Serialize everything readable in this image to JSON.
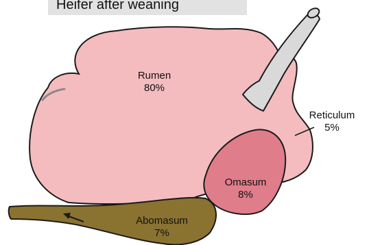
{
  "title": "Heifer after weaning",
  "compartments": {
    "rumen": {
      "name": "Rumen",
      "percent": "80%"
    },
    "reticulum": {
      "name": "Reticulum",
      "percent": "5%"
    },
    "omasum": {
      "name": "Omasum",
      "percent": "8%"
    },
    "abomasum": {
      "name": "Abomasum",
      "percent": "7%"
    }
  },
  "colors": {
    "rumen": "#f4bcbf",
    "omasum": "#e07d8b",
    "abomasum": "#8a7230",
    "esophagus": "#d9d9d9",
    "outline": "#1a1a1a",
    "title_bar": "#e2e2e2"
  }
}
